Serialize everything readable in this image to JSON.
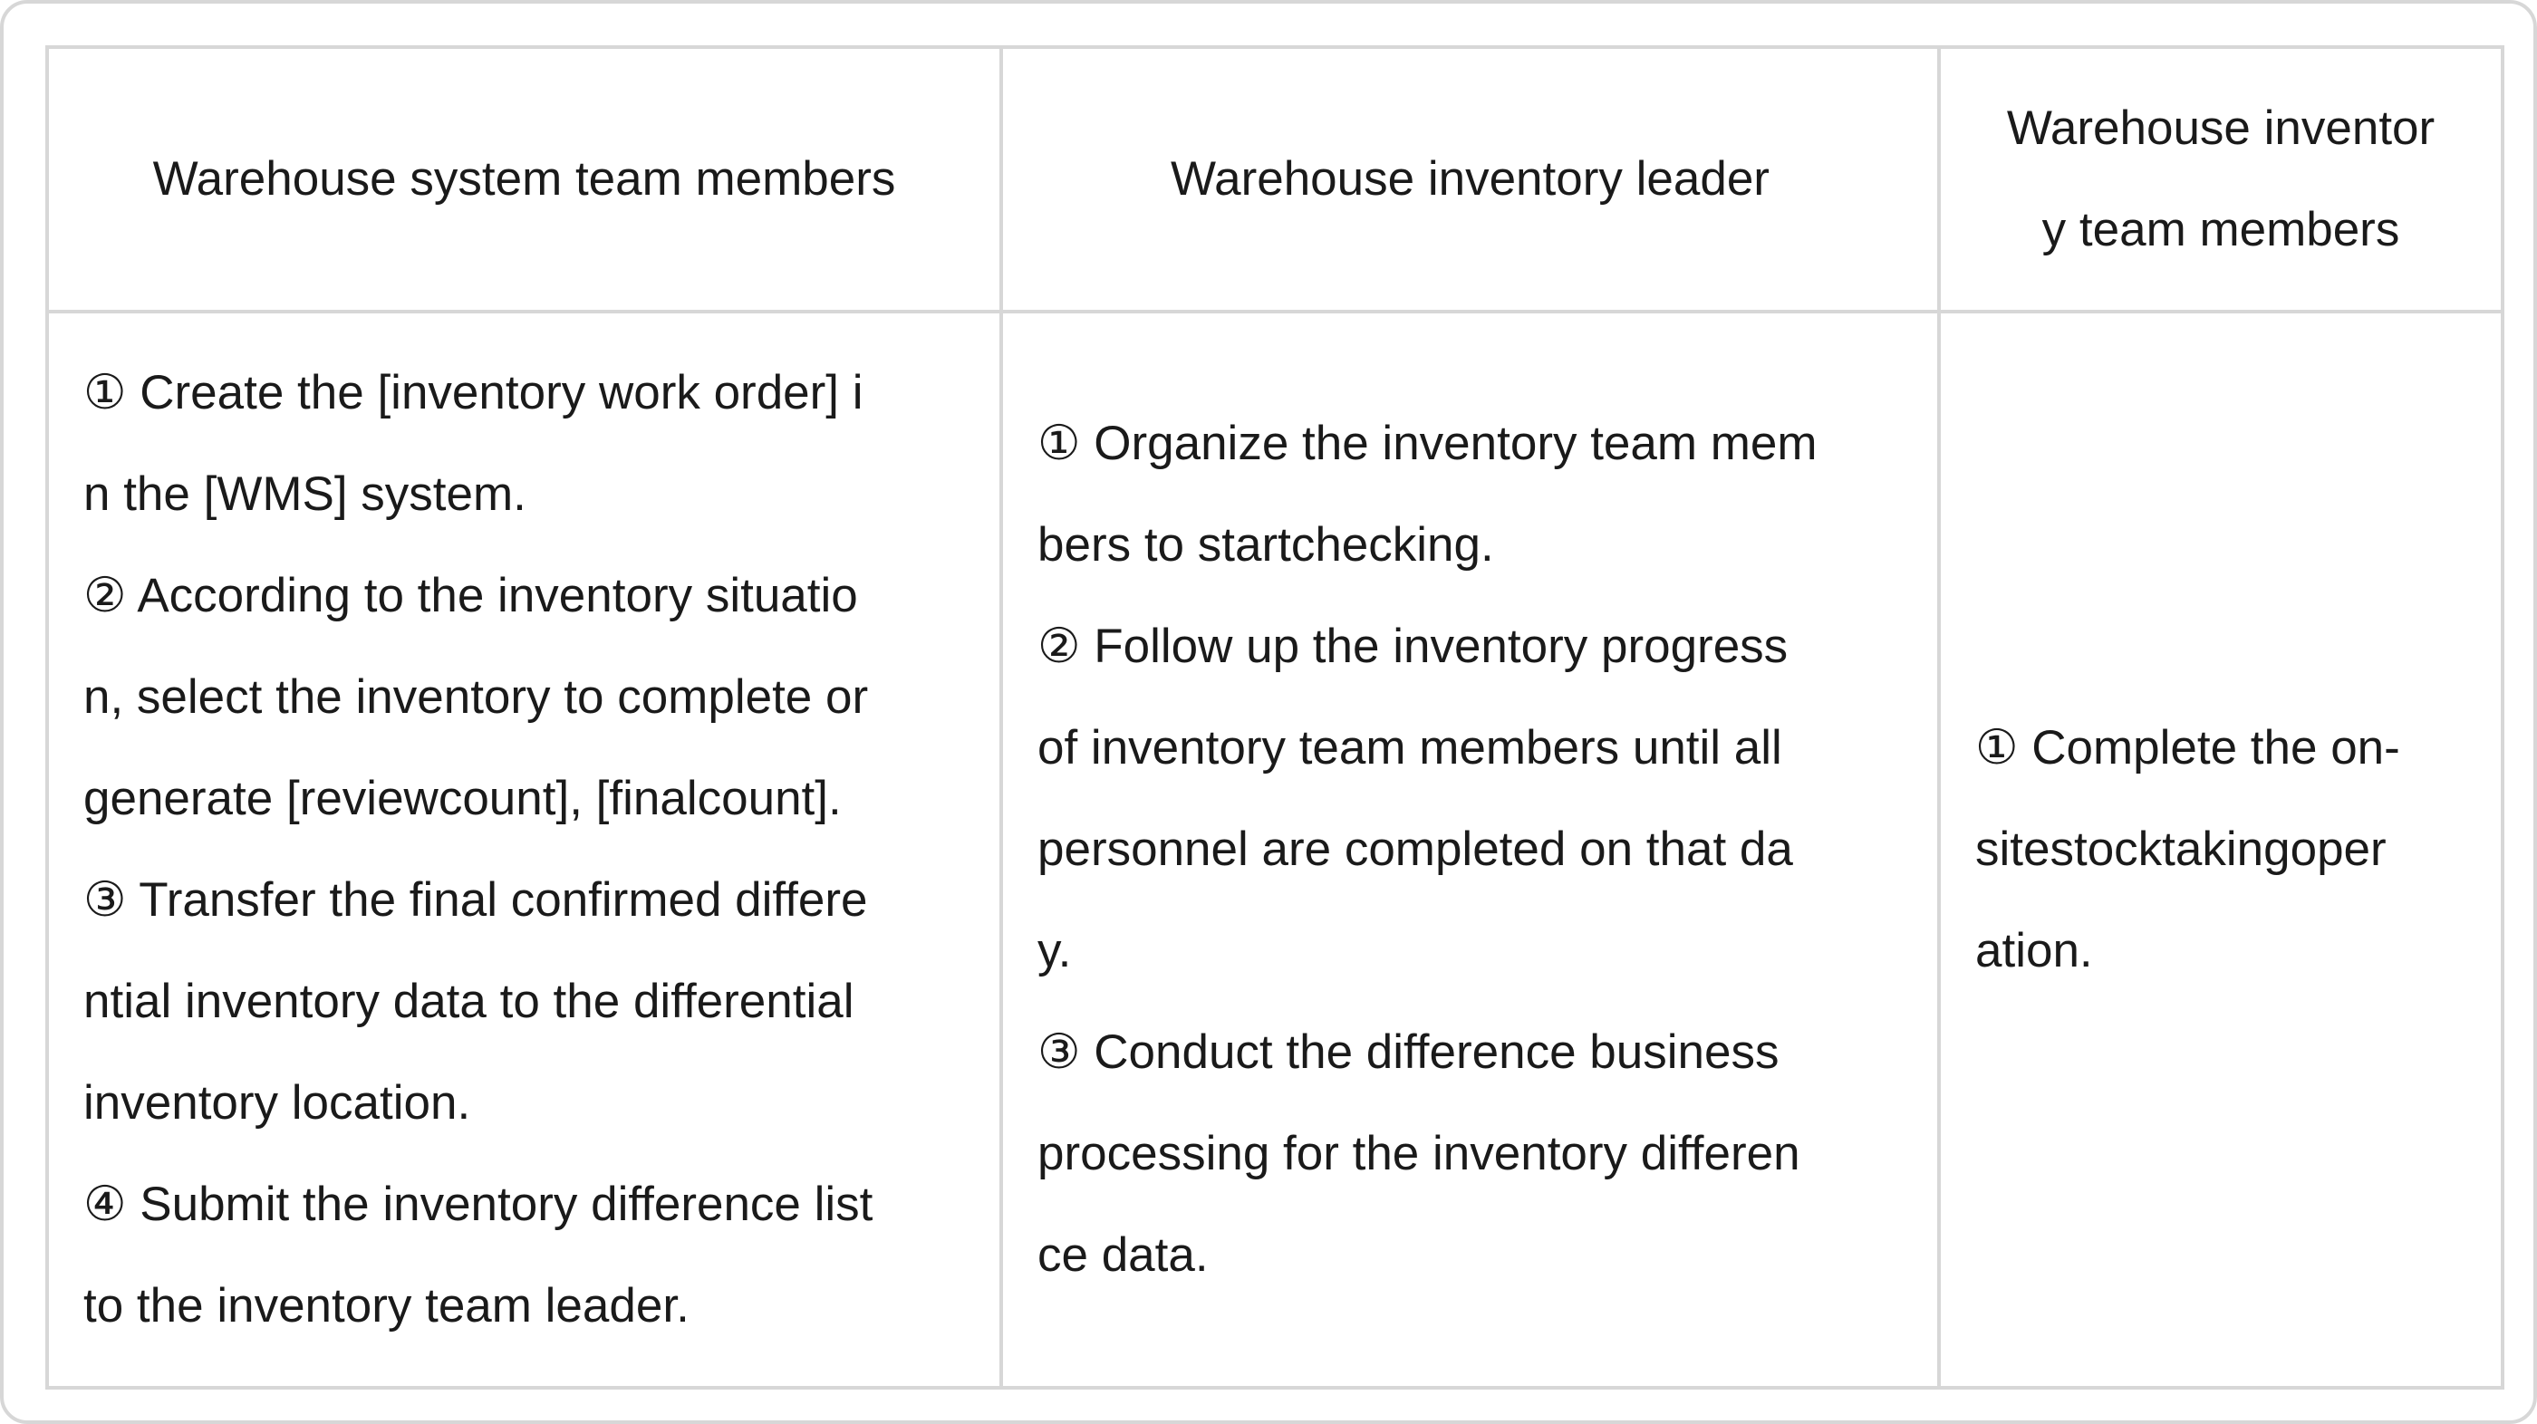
{
  "table": {
    "headers": [
      [
        "Warehouse system team members"
      ],
      [
        "Warehouse inventory leader"
      ],
      [
        "Warehouse inventor",
        "y team members"
      ]
    ],
    "cells": [
      [
        "① Create the [inventory work order] i",
        "n the [WMS] system.",
        "② According to the inventory situatio",
        "n, select the inventory to complete or",
        "generate [reviewcount], [finalcount].",
        "③ Transfer the final confirmed differe",
        "ntial inventory data to the differential",
        "inventory location.",
        "④ Submit the inventory difference list",
        "to the inventory team leader."
      ],
      [
        "① Organize the inventory team mem",
        "bers to startchecking.",
        "② Follow up the inventory progress",
        "of inventory team members until all",
        "personnel are completed on that da",
        "y.",
        "③ Conduct the difference business",
        "processing for the inventory differen",
        "ce data."
      ],
      [
        "① Complete the on-",
        "sitestocktakingoper",
        "ation."
      ]
    ]
  }
}
